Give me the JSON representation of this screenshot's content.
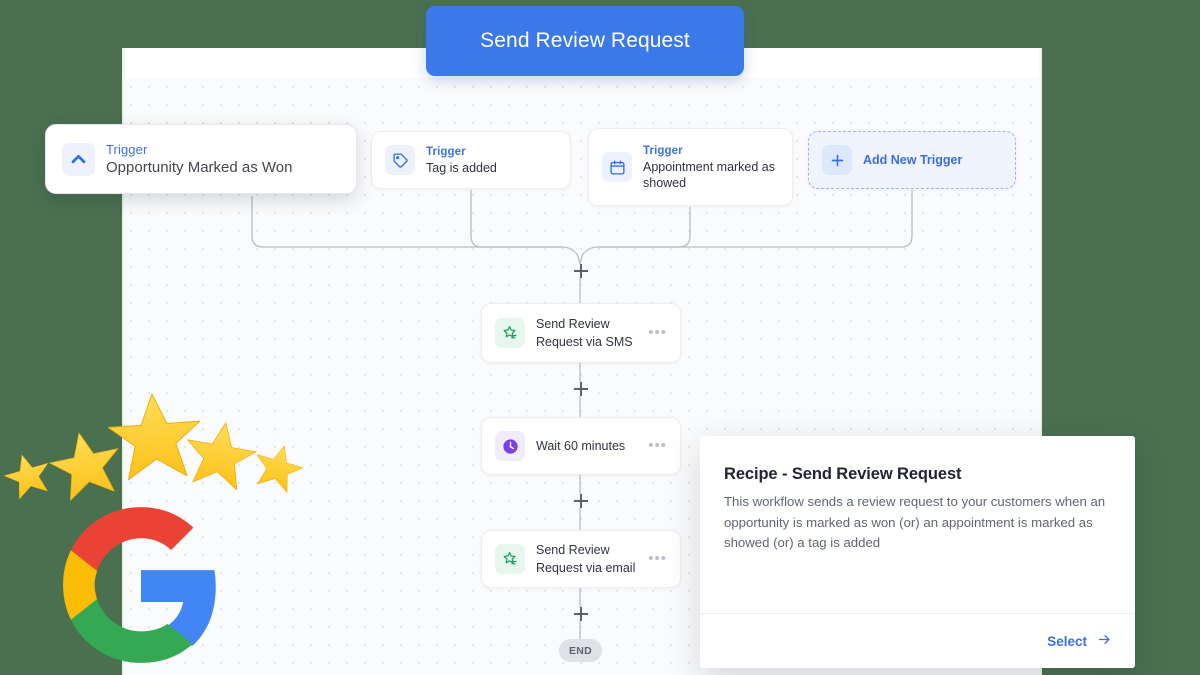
{
  "title_pill": {
    "label": "Send Review Request"
  },
  "canvas": {
    "triggers": [
      {
        "kind_label": "Trigger",
        "name": "Opportunity Marked as Won",
        "icon": "chevron-up-icon"
      },
      {
        "kind_label": "Trigger",
        "name": "Tag is added",
        "icon": "tag-icon"
      },
      {
        "kind_label": "Trigger",
        "name": "Appointment marked as showed",
        "icon": "calendar-icon"
      }
    ],
    "add_trigger": {
      "label": "Add New Trigger",
      "icon": "plus-icon"
    },
    "actions": [
      {
        "name": "Send Review Request via SMS",
        "icon": "review-star-icon",
        "menu": "•••"
      },
      {
        "name": "Wait 60 minutes",
        "icon": "clock-icon",
        "menu": "•••"
      },
      {
        "name": "Send Review Request via email",
        "icon": "review-star-icon",
        "menu": "•••"
      }
    ],
    "end_label": "END"
  },
  "recipe_panel": {
    "title": "Recipe - Send Review Request",
    "description": "This workflow sends a review request to your customers when an opportunity is marked as won (or) an appointment is marked as showed (or) a tag is added",
    "select_label": "Select",
    "select_icon": "arrow-right-icon"
  },
  "decoration": {
    "rating_icon": "five-stars-icon",
    "brand_icon": "google-g-logo"
  },
  "colors": {
    "background": "#4a7050",
    "accent_blue": "#3b79e8",
    "link_blue": "#3b6fe0",
    "canvas": "#fcfcfd",
    "star_yellow": "#fdd043"
  }
}
